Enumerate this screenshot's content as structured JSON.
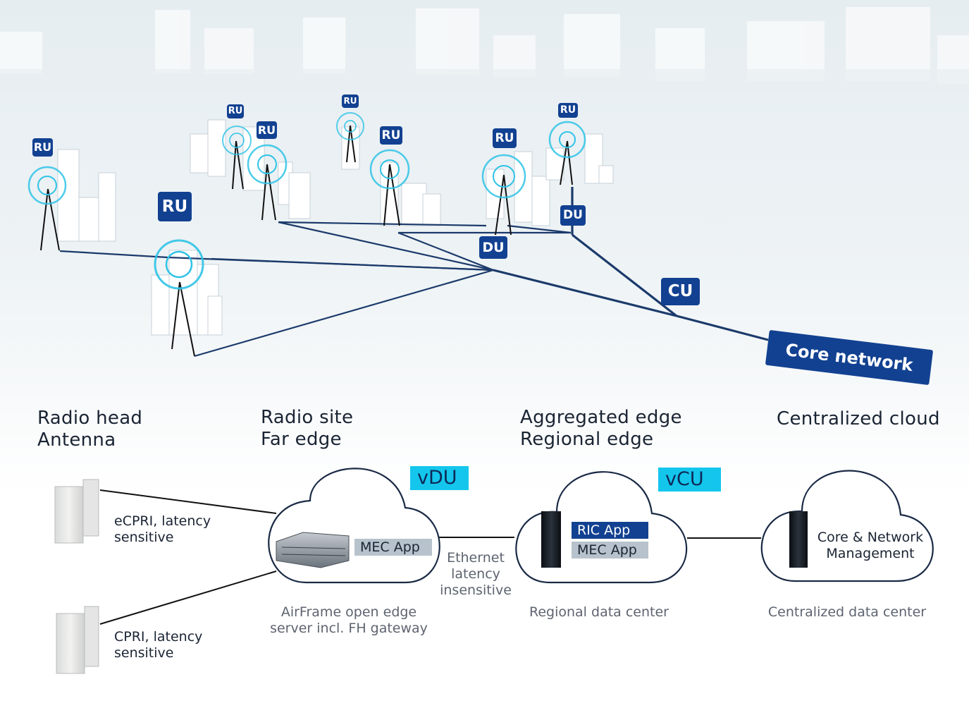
{
  "map": {
    "ru_label": "RU",
    "du_label": "DU",
    "cu_label": "CU",
    "core_label": "Core network"
  },
  "zones": {
    "radio_head": "Radio head\nAntenna",
    "radio_site": "Radio site\nFar edge",
    "aggregated_edge": "Aggregated edge\nRegional edge",
    "centralized_cloud": "Centralized cloud"
  },
  "links": {
    "ecpri": "eCPRI, latency\nsensitive",
    "cpri": "CPRI, latency\nsensitive",
    "ethernet": "Ethernet\nlatency\ninsensitive"
  },
  "far_edge": {
    "badge": "vDU",
    "app": "MEC App",
    "caption": "AirFrame open edge\nserver incl. FH gateway"
  },
  "regional": {
    "badge": "vCU",
    "app_ric": "RIC App",
    "app_mec": "MEC App",
    "caption": "Regional data center"
  },
  "central": {
    "label": "Core & Network\nManagement",
    "caption": "Centralized data center"
  },
  "colors": {
    "navy": "#124191",
    "cyan": "#14c6ec",
    "line": "#1b3a6b",
    "text": "#1a2433"
  }
}
